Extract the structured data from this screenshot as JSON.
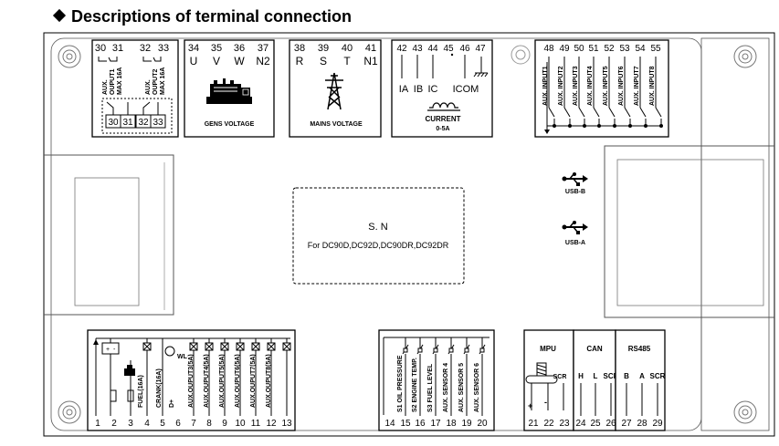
{
  "title": "Descriptions of terminal connection",
  "relay_block": {
    "terminals": [
      "30",
      "31",
      "32",
      "33"
    ],
    "output1_label": [
      "AUX.",
      "OUPUT1",
      "MAX 16A"
    ],
    "output2_label": [
      "AUX.",
      "OUPUT2",
      "MAX 16A"
    ]
  },
  "gens_block": {
    "terminals": [
      "34",
      "35",
      "36",
      "37"
    ],
    "phases": [
      "U",
      "V",
      "W",
      "N2"
    ],
    "label": "GENS VOLTAGE"
  },
  "mains_block": {
    "terminals": [
      "38",
      "39",
      "40",
      "41"
    ],
    "phases": [
      "R",
      "S",
      "T",
      "N1"
    ],
    "label": "MAINS VOLTAGE"
  },
  "current_block": {
    "terminals": [
      "42",
      "43",
      "44",
      "45",
      "46",
      "47"
    ],
    "inputs": [
      "IA",
      "IB",
      "IC",
      "ICOM"
    ],
    "label": "CURRENT",
    "range": "0-5A"
  },
  "aux_input_block": {
    "terminals": [
      "48",
      "49",
      "50",
      "51",
      "52",
      "53",
      "54",
      "55"
    ],
    "inputs": [
      "AUX. INPUT1",
      "AUX. INPUT2",
      "AUX. INPUT3",
      "AUX. INPUT4",
      "AUX. INPUT5",
      "AUX. INPUT6",
      "AUX. INPUT7",
      "AUX. INPUT8"
    ]
  },
  "usb": {
    "b_label": "USB-B",
    "a_label": "USB-A"
  },
  "serial": {
    "label": "S. N",
    "models": "For DC90D,DC92D,DC90DR,DC92DR"
  },
  "power_block": {
    "terminals": [
      "1",
      "2",
      "3",
      "4",
      "5",
      "6",
      "7",
      "8",
      "9",
      "10",
      "11",
      "12",
      "13"
    ],
    "outputs": [
      "FUEL(16A)",
      "CRANK(16A)",
      "D+",
      "AUX.OUPUT3(5A)",
      "AUX.OUPUT4(5A)",
      "AUX.OUPUT5(5A)",
      "AUX.OUPUT6(5A)",
      "AUX.OUPUT7(5A)",
      "AUX.OUPUT8(5A)"
    ],
    "wl_label": "WL",
    "plus": "+",
    "minus": "-"
  },
  "sensor_block": {
    "terminals": [
      "14",
      "15",
      "16",
      "17",
      "18",
      "19",
      "20"
    ],
    "sensors": [
      "S1 OIL PRESSURE",
      "S2 ENGINE TEMP.",
      "S3 FUEL LEVEL",
      "AUX. SENSOR 4",
      "AUX. SENSOR 5",
      "AUX. SENSOR 6"
    ]
  },
  "mpu_block": {
    "terminals": [
      "21",
      "22",
      "23"
    ],
    "label": "MPU",
    "plus": "+",
    "minus": "-",
    "scr": "SCR"
  },
  "can_block": {
    "terminals": [
      "24",
      "25",
      "26"
    ],
    "label": "CAN",
    "pins": [
      "H",
      "L",
      "SCR"
    ]
  },
  "rs485_block": {
    "terminals": [
      "27",
      "28",
      "29"
    ],
    "label": "RS485",
    "pins": [
      "B",
      "A",
      "SCR"
    ]
  }
}
